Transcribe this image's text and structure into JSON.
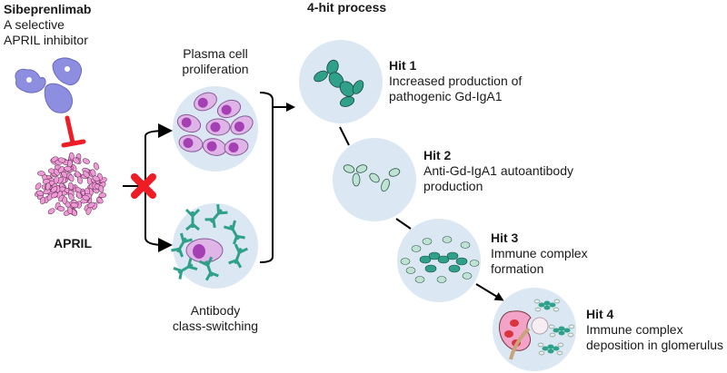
{
  "drug": {
    "name": "Sibeprenlimab",
    "line1": "A selective",
    "line2": "APRIL inhibitor"
  },
  "target": {
    "label": "APRIL"
  },
  "pathways": {
    "top": {
      "line1": "Plasma cell",
      "line2": "proliferation"
    },
    "bottom": {
      "line1": "Antibody",
      "line2": "class-switching"
    }
  },
  "process": {
    "title": "4-hit process",
    "hits": [
      {
        "title": "Hit 1",
        "line1": "Increased production of",
        "line2": "pathogenic Gd-IgA1"
      },
      {
        "title": "Hit 2",
        "line1": "Anti-Gd-IgA1 autoantibody",
        "line2": "production"
      },
      {
        "title": "Hit 3",
        "line1": "Immune complex",
        "line2": "formation"
      },
      {
        "title": "Hit 4",
        "line1": "Immune complex",
        "line2": "deposition in glomerulus"
      }
    ]
  },
  "colors": {
    "circle_fill": "#dbe7f3",
    "inhibit_red": "#ee1c25",
    "antibody_drug": "#8e8ee0",
    "april_pink": "#ee9ad6",
    "plasma_cell": "#dfb4e6",
    "nucleus": "#a440b4",
    "teal": "#2fa089",
    "light_green": "#bfe3d2",
    "kidney_red": "#d9353f",
    "kidney_pink": "#f3a3c7"
  }
}
